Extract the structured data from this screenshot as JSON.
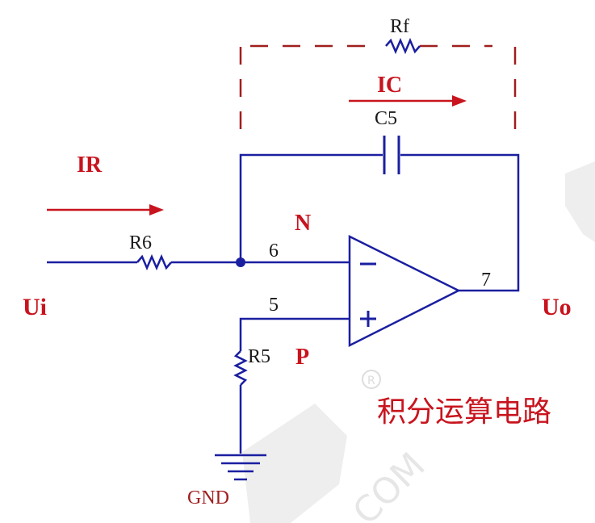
{
  "diagram": {
    "title": "积分运算电路",
    "watermark": "电子 ® .COM",
    "labels": {
      "feedback_resistor": "Rf",
      "capacitor_current": "IC",
      "capacitor": "C5",
      "input_current": "IR",
      "input_resistor": "R6",
      "inverting_node": "N",
      "pin_inverting": "6",
      "pin_noninverting": "5",
      "pin_output": "7",
      "input_voltage": "Ui",
      "output_voltage": "Uo",
      "ground_resistor": "R5",
      "noninverting_node": "P",
      "ground": "GND",
      "minus_sign": "−",
      "plus_sign": "+"
    }
  },
  "colors": {
    "wire": "#1a1fa0",
    "annotation": "#c8141e",
    "dashed_box": "#a01e1e",
    "text": "#1a1a1a",
    "watermark": "#eeeeee"
  }
}
